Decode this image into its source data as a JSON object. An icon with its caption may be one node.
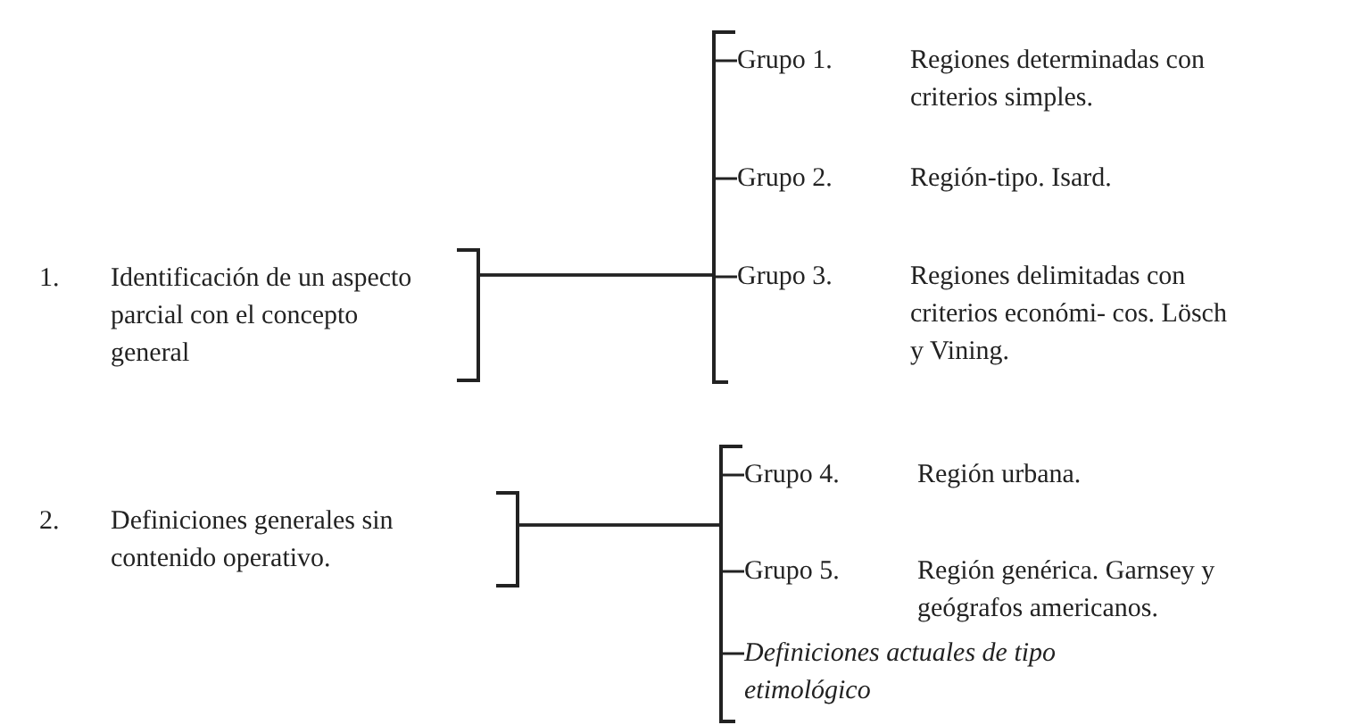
{
  "diagram": {
    "nodes": [
      {
        "text": [
          "Identificación de un aspecto parcial con el concepto general"
        ],
        "beside": [
          "1."
        ]
      },
      {
        "text": [
          "Grupo 1.",
          "Regiones determinadas con criterios simples."
        ]
      },
      {
        "text": [
          "Grupo 2.",
          "Región-tipo.  Isard."
        ]
      },
      {
        "text": [
          "Grupo 3.",
          "Regiones delimitadas con criterios económi- cos. Lösch y Vining."
        ]
      },
      {
        "text": [
          "Definiciones generales sin contenido operativo."
        ],
        "beside": [
          "2."
        ]
      },
      {
        "text": [
          "Grupo 4.",
          "Región urbana."
        ]
      },
      {
        "text": [
          "Grupo 5.",
          "Región genérica. Garnsey y geógrafos americanos."
        ]
      },
      {
        "text": [
          "Definiciones actuales de tipo etimológico"
        ]
      }
    ],
    "edges": [
      {
        "from": 0,
        "to": 1,
        "arrow": "none"
      },
      {
        "from": 0,
        "to": 2,
        "arrow": "none"
      },
      {
        "from": 0,
        "to": 3,
        "arrow": "none"
      },
      {
        "from": 4,
        "to": 5,
        "arrow": "none"
      },
      {
        "from": 4,
        "to": 6,
        "arrow": "none"
      },
      {
        "from": 4,
        "to": 7,
        "arrow": "none"
      }
    ]
  }
}
